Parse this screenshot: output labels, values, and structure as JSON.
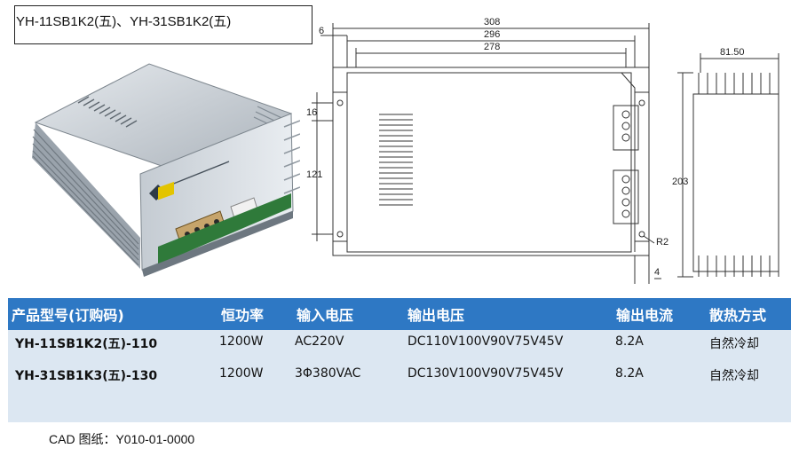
{
  "title": "YH-11SB1K2(五)、YH-31SB1K2(五)",
  "drawing": {
    "dims": {
      "w308": "308",
      "w296": "296",
      "w278": "278",
      "d6": "6",
      "h16": "16",
      "h121": "121",
      "h203": "203",
      "r2": "R2",
      "d4": "4",
      "w8150": "81.50"
    }
  },
  "table": {
    "headers": [
      "产品型号(订购码)",
      "恒功率",
      "输入电压",
      "输出电压",
      "输出电流",
      "散热方式"
    ],
    "rows": [
      [
        "YH-11SB1K2(五)-110",
        "1200W",
        "AC220V",
        "DC110V100V90V75V45V",
        "8.2A",
        "自然冷却"
      ],
      [
        "YH-31SB1K3(五)-130",
        "1200W",
        "3Φ380VAC",
        "DC130V100V90V75V45V",
        "8.2A",
        "自然冷却"
      ]
    ]
  },
  "footer": "CAD 图纸：Y010-01-0000",
  "colors": {
    "header_bg": "#2e78c4",
    "table_bg": "#dce7f2",
    "metal": "#b9c1c9"
  }
}
